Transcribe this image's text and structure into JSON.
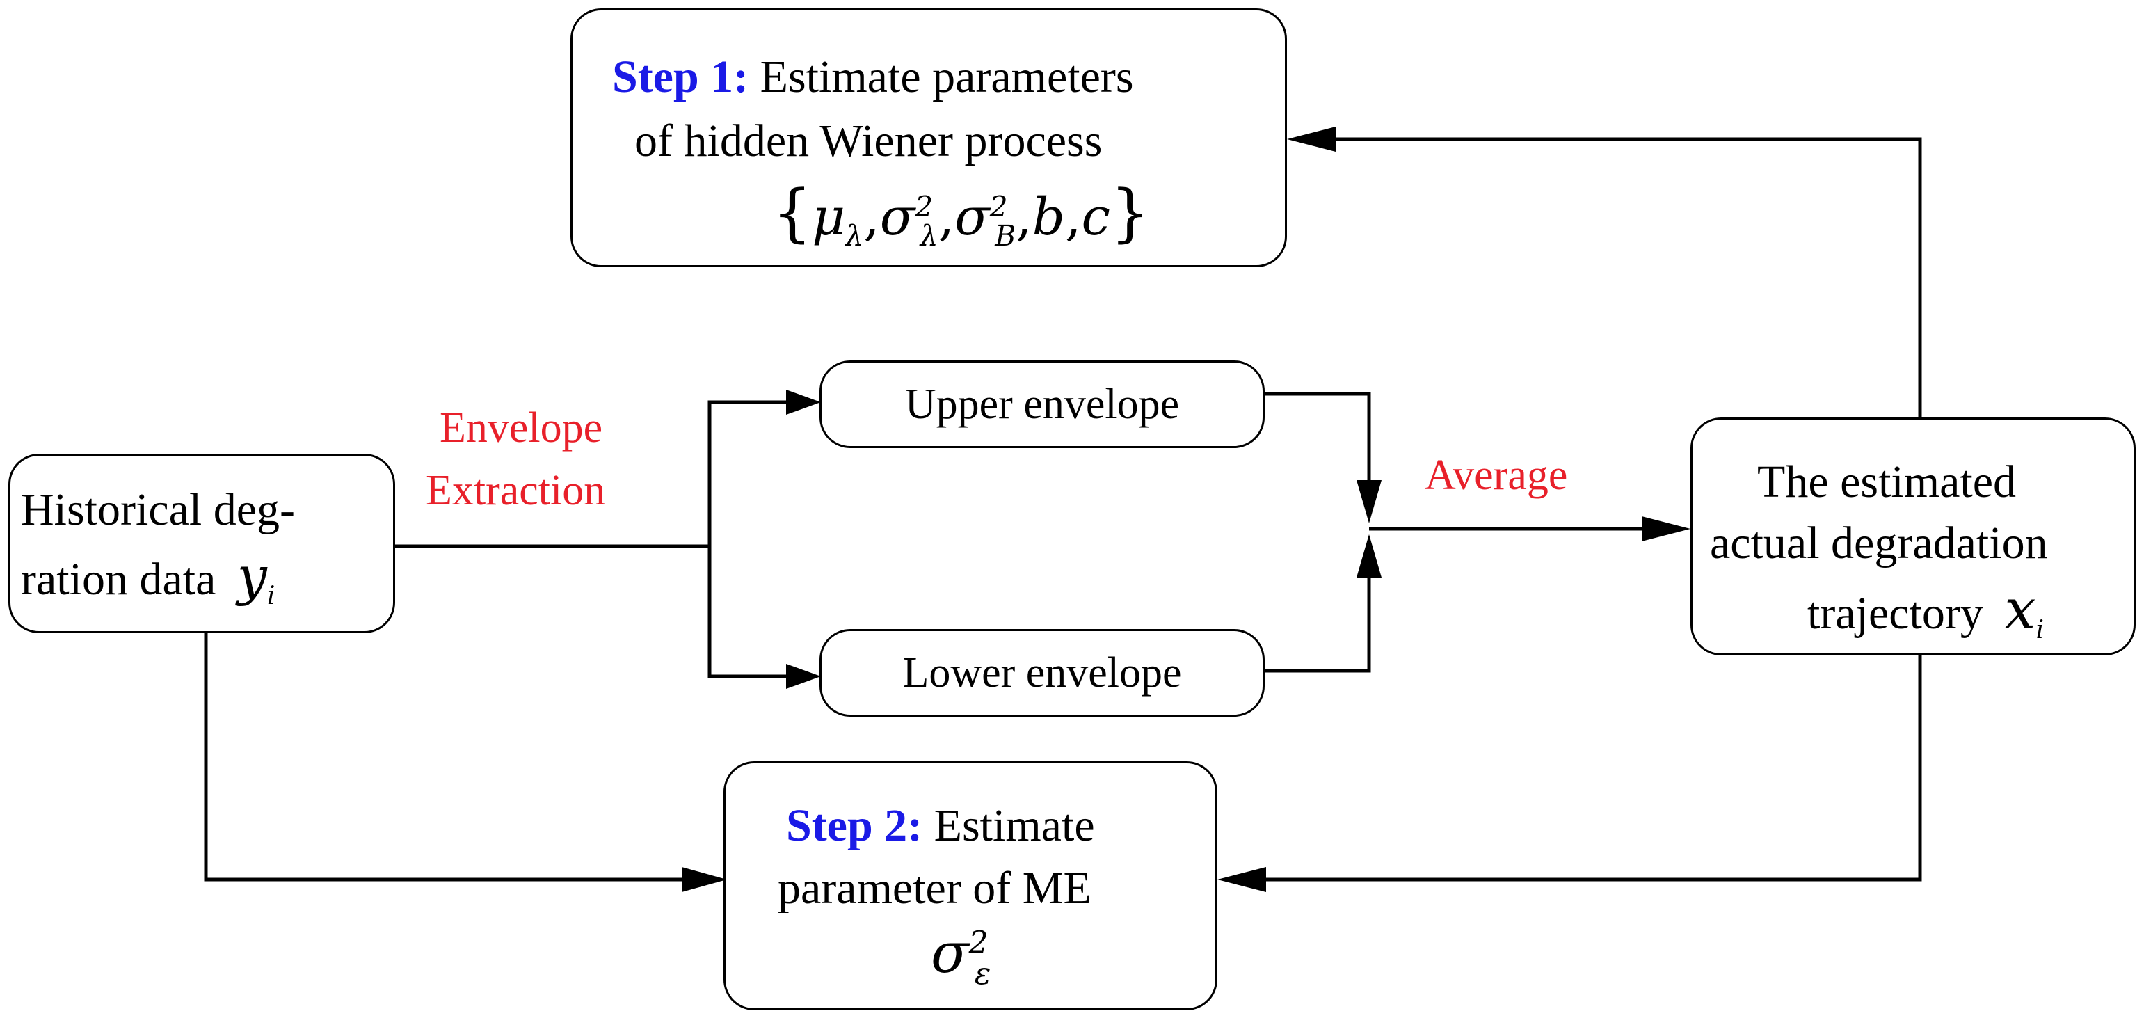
{
  "step1": {
    "label": "Step 1:",
    "line1_rest": " Estimate parameters",
    "line2": "of hidden Wiener process",
    "params": {
      "mu": "μ",
      "mu_sub": "λ",
      "sigma1": "σ",
      "sigma1_sup": "2",
      "sigma1_sub": "λ",
      "sigma2": "σ",
      "sigma2_sup": "2",
      "sigma2_sub": "B",
      "b": "b",
      "c": "c"
    }
  },
  "historical": {
    "line1": "Historical deg-",
    "line2": "ration data",
    "var": "y",
    "var_sub": "i"
  },
  "envelope_extraction": {
    "line1": "Envelope",
    "line2": "Extraction"
  },
  "upper_envelope": "Upper envelope",
  "lower_envelope": "Lower envelope",
  "average": "Average",
  "estimated": {
    "line1": "The estimated",
    "line2": "actual degradation",
    "line3": "trajectory",
    "var": "x",
    "var_sub": "i"
  },
  "step2": {
    "label": "Step 2:",
    "line1_rest": " Estimate",
    "line2": "parameter of ME",
    "sigma": "σ",
    "sigma_sup": "2",
    "sigma_sub": "ε"
  },
  "colors": {
    "step_blue": "#1a1ae6",
    "label_red": "#e8202a",
    "line": "#000000"
  }
}
